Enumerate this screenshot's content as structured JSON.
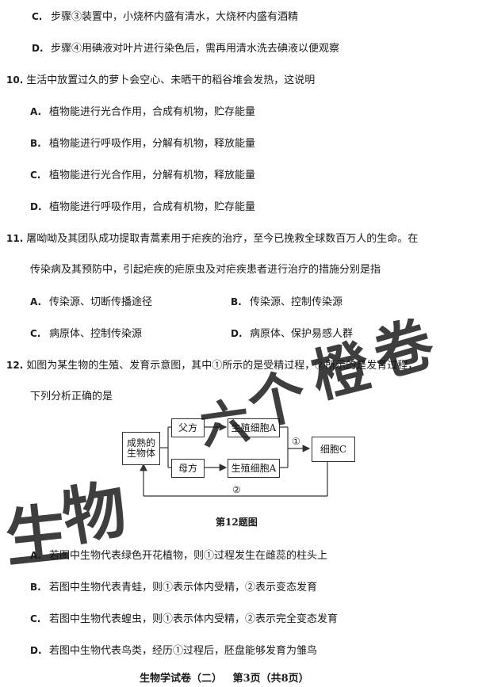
{
  "q9": {
    "c": {
      "label": "C.",
      "text": "步骤③装置中，小烧杯内盛有清水，大烧杯内盛有酒精"
    },
    "d": {
      "label": "D.",
      "text": "步骤④用碘液对叶片进行染色后，需再用清水洗去碘液以便观察"
    }
  },
  "q10": {
    "number": "10.",
    "stem": "生活中放置过久的萝卜会空心、未晒干的稻谷堆会发热，这说明",
    "options": [
      {
        "label": "A.",
        "text": "植物能进行光合作用，合成有机物，贮存能量"
      },
      {
        "label": "B.",
        "text": "植物能进行呼吸作用，分解有机物，释放能量"
      },
      {
        "label": "C.",
        "text": "植物能进行光合作用，分解有机物，释放能量"
      },
      {
        "label": "D.",
        "text": "植物能进行呼吸作用，合成有机物，贮存能量"
      }
    ]
  },
  "q11": {
    "number": "11.",
    "stem_line1": "屠呦呦及其团队成功提取青蒿素用于疟疾的治疗，至今已挽救全球数百万人的生命。在",
    "stem_line2": "传染病及其预防中，引起疟疾的疟原虫及对疟疾患者进行治疗的措施分别是指",
    "options": [
      {
        "label": "A.",
        "text": "传染源、切断传播途径"
      },
      {
        "label": "B.",
        "text": "传染源、控制传染源"
      },
      {
        "label": "C.",
        "text": "病原体、控制传染源"
      },
      {
        "label": "D.",
        "text": "病原体、保护易感人群"
      }
    ]
  },
  "q12": {
    "number": "12.",
    "stem_line1": "如图为某生物的生殖、发育示意图，其中①所示的是受精过程，②所示的是发育过程，",
    "stem_line2": "下列分析正确的是",
    "diagram": {
      "adult": "成熟的生物体",
      "father": "父方",
      "mother": "母方",
      "gamete_a_top": "生殖细胞A",
      "gamete_a_bottom": "生殖细胞A",
      "cell_c": "细胞C",
      "marker1": "①",
      "marker2": "②"
    },
    "caption": "第12题图",
    "options": [
      {
        "label": "A.",
        "text": "若图中生物代表绿色开花植物，则①过程发生在雌蕊的柱头上"
      },
      {
        "label": "B.",
        "text": "若图中生物代表青蛙，则①表示体内受精，②表示变态发育"
      },
      {
        "label": "C.",
        "text": "若图中生物代表蝗虫，则①表示体内受精，②表示完全变态发育"
      },
      {
        "label": "D.",
        "text": "若图中生物代表鸟类，经历①过程后，胚盘能够发育为雏鸟"
      }
    ]
  },
  "watermark": {
    "chars_row1": [
      "六",
      "个",
      "橙",
      "卷"
    ],
    "chars_row2": [
      "生",
      "物"
    ]
  },
  "footer": {
    "subject": "生物学试卷（二）",
    "page": "第3页（共8页）"
  }
}
